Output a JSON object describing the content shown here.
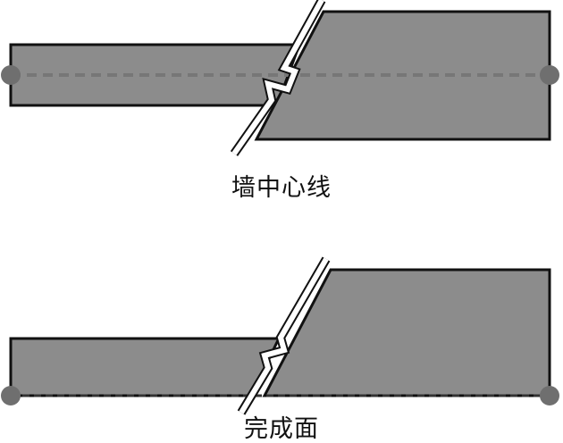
{
  "figure": {
    "colors": {
      "wall_fill": "#8c8c8c",
      "wall_edge": "#111111",
      "reference_line": "#777777",
      "endpoint": "#6f6f6f",
      "break_line_fill": "#ffffff"
    },
    "top_panel": {
      "caption": "墙中心线",
      "reference_line_style": "dashed",
      "reference_position": "wall-center"
    },
    "bottom_panel": {
      "caption": "完成面",
      "reference_line_style": "dashed",
      "reference_position": "finish-face"
    }
  }
}
